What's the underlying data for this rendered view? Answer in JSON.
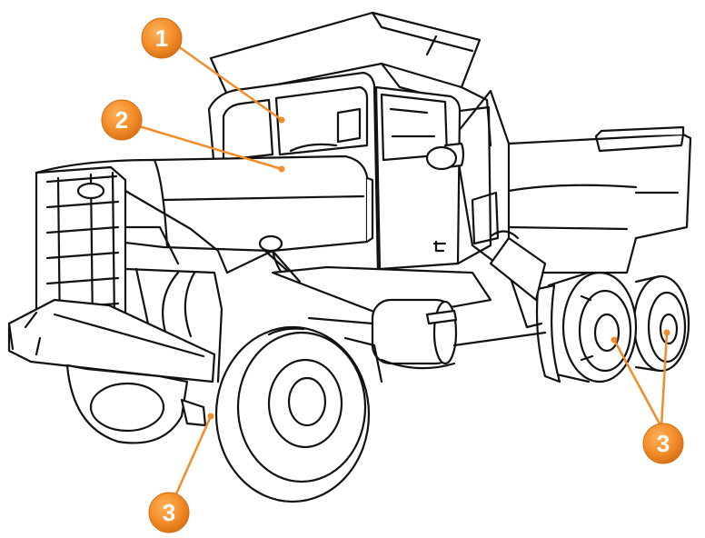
{
  "colors": {
    "callout": "#F28C28",
    "callout_shadow": "#b35f10",
    "callout_text": "#ffffff",
    "line_art": "#111111",
    "background": "#ffffff"
  },
  "illustration": {
    "subject": "dump-truck",
    "style": "black-and-white line drawing"
  },
  "callouts": [
    {
      "id": "c1",
      "label": "1"
    },
    {
      "id": "c2",
      "label": "2"
    },
    {
      "id": "c3a",
      "label": "3"
    },
    {
      "id": "c3b",
      "label": "3"
    }
  ]
}
